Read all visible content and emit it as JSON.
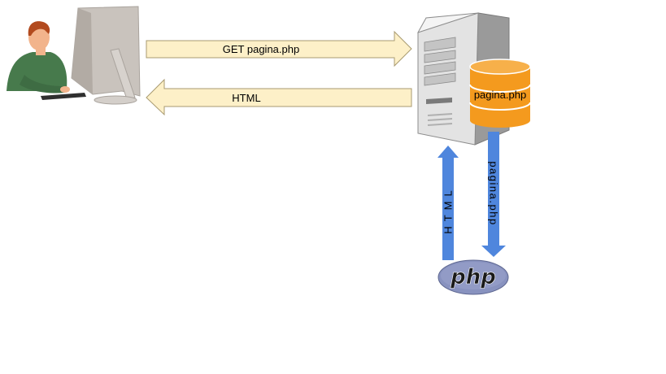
{
  "arrows": {
    "request_label": "GET pagina.php",
    "response_label": "HTML"
  },
  "server": {
    "db_label": "pagina.php"
  },
  "php_flow": {
    "up_label": "HTML",
    "down_label": "pagina.php"
  },
  "php_logo": {
    "text": "php"
  },
  "colors": {
    "arrow_fill": "#fdf0c8",
    "arrow_stroke": "#a89a70",
    "db_orange": "#f49a1e",
    "flow_blue": "#4f86dd",
    "php_purple": "#8892bf"
  }
}
